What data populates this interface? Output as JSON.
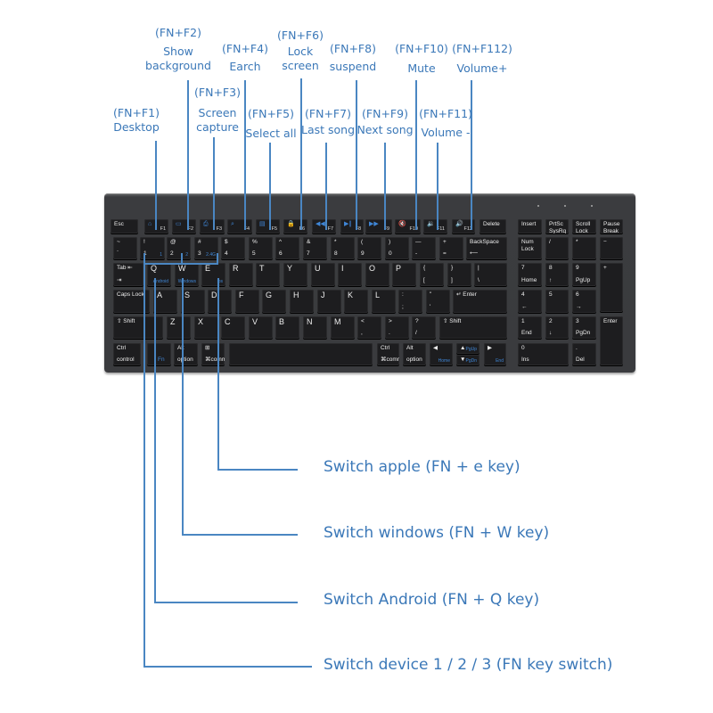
{
  "top_callouts": [
    {
      "combo": "(FN+F1)",
      "lines": [
        "Desktop"
      ]
    },
    {
      "combo": "(FN+F2)",
      "lines": [
        "Show",
        "background"
      ]
    },
    {
      "combo": "(FN+F3)",
      "lines": [
        "Screen",
        "capture"
      ]
    },
    {
      "combo": "(FN+F4)",
      "lines": [
        "Earch"
      ]
    },
    {
      "combo": "(FN+F5)",
      "lines": [
        "Select all"
      ]
    },
    {
      "combo": "(FN+F6)",
      "lines": [
        "Lock",
        "screen"
      ]
    },
    {
      "combo": "(FN+F7)",
      "lines": [
        "Last song"
      ]
    },
    {
      "combo": "(FN+F8)",
      "lines": [
        "suspend"
      ]
    },
    {
      "combo": "(FN+F9)",
      "lines": [
        "Next song"
      ]
    },
    {
      "combo": "(FN+F10)",
      "lines": [
        "Mute"
      ]
    },
    {
      "combo": "(FN+F11)",
      "lines": [
        "Volume -"
      ]
    },
    {
      "combo": "(FN+F112)",
      "lines": [
        "Volume+"
      ]
    }
  ],
  "bottom_callouts": [
    "Switch apple (FN + e key)",
    "Switch windows (FN + W key)",
    "Switch Android (FN + Q key)",
    "Switch device 1 / 2 / 3 (FN key switch)"
  ],
  "colors": {
    "annotation": "#3b78b8",
    "key": "#1d1d1f",
    "body": "#3a3b3e",
    "fn_legend": "#3f86d6"
  },
  "keyboard": {
    "rows": [
      [
        {
          "t": "Esc"
        },
        {
          "t": "⌂",
          "s": "F1",
          "fk": 1
        },
        {
          "t": "▭",
          "s": "F2",
          "fk": 1
        },
        {
          "t": "⎙",
          "s": "F3",
          "fk": 1
        },
        {
          "t": "⌕",
          "s": "F4",
          "fk": 1
        },
        {
          "t": "▤",
          "s": "F5",
          "fk": 1
        },
        {
          "t": "🔒",
          "s": "F6",
          "fk": 1
        },
        {
          "t": "◀◀",
          "s": "F7",
          "fk": 1
        },
        {
          "t": "▶∥",
          "s": "F8",
          "fk": 1
        },
        {
          "t": "▶▶",
          "s": "F9",
          "fk": 1
        },
        {
          "t": "🔇",
          "s": "F10",
          "fk": 1
        },
        {
          "t": "🔉",
          "s": "F11",
          "fk": 1
        },
        {
          "t": "🔊",
          "s": "F12",
          "fk": 1
        },
        {
          "t": "Delete"
        },
        {
          "t": "Insert"
        },
        {
          "t": "PrtSc\nSysRq"
        },
        {
          "t": "Scroll\nLock"
        },
        {
          "t": "Pause\nBreak"
        }
      ],
      [
        {
          "t": "~",
          "b": "`"
        },
        {
          "t": "!",
          "b": "1",
          "s": "1"
        },
        {
          "t": "@",
          "b": "2",
          "s": "2"
        },
        {
          "t": "#",
          "b": "3",
          "s": "2.4G"
        },
        {
          "t": "$",
          "b": "4"
        },
        {
          "t": "%",
          "b": "5"
        },
        {
          "t": "^",
          "b": "6"
        },
        {
          "t": "&",
          "b": "7"
        },
        {
          "t": "*",
          "b": "8"
        },
        {
          "t": "(",
          "b": "9"
        },
        {
          "t": ")",
          "b": "0"
        },
        {
          "t": "—",
          "b": "-"
        },
        {
          "t": "+",
          "b": "="
        },
        {
          "t": "BackSpace",
          "b": "⟵"
        },
        {
          "t": "Num\nLock"
        },
        {
          "t": "/"
        },
        {
          "t": "*"
        },
        {
          "t": "−"
        }
      ],
      [
        {
          "t": "Tab ⇤",
          "b": "⇥"
        },
        {
          "t": "Q",
          "s": "Android",
          "big": 1
        },
        {
          "t": "W",
          "s": "Windows",
          "big": 1
        },
        {
          "t": "E",
          "s": "ios",
          "big": 1
        },
        {
          "t": "R",
          "big": 1
        },
        {
          "t": "T",
          "big": 1
        },
        {
          "t": "Y",
          "big": 1
        },
        {
          "t": "U",
          "big": 1
        },
        {
          "t": "I",
          "big": 1
        },
        {
          "t": "O",
          "big": 1
        },
        {
          "t": "P",
          "big": 1
        },
        {
          "t": "{",
          "b": "["
        },
        {
          "t": "}",
          "b": "]"
        },
        {
          "t": "|",
          "b": "\\"
        },
        {
          "t": "7",
          "b": "Home"
        },
        {
          "t": "8",
          "b": "↑"
        },
        {
          "t": "9",
          "b": "PgUp"
        },
        {
          "t": "+"
        }
      ],
      [
        {
          "t": "Caps Lock"
        },
        {
          "t": "A",
          "big": 1
        },
        {
          "t": "S",
          "big": 1
        },
        {
          "t": "D",
          "big": 1
        },
        {
          "t": "F",
          "big": 1
        },
        {
          "t": "G",
          "big": 1
        },
        {
          "t": "H",
          "big": 1
        },
        {
          "t": "J",
          "big": 1
        },
        {
          "t": "K",
          "big": 1
        },
        {
          "t": "L",
          "big": 1
        },
        {
          "t": ":",
          "b": ";"
        },
        {
          "t": "\"",
          "b": "'"
        },
        {
          "t": "↵ Enter"
        },
        {
          "t": "4",
          "b": "←"
        },
        {
          "t": "5"
        },
        {
          "t": "6",
          "b": "→"
        }
      ],
      [
        {
          "t": "⇧ Shift"
        },
        {
          "t": "Z",
          "big": 1
        },
        {
          "t": "X",
          "big": 1
        },
        {
          "t": "C",
          "big": 1
        },
        {
          "t": "V",
          "big": 1
        },
        {
          "t": "B",
          "big": 1
        },
        {
          "t": "N",
          "big": 1
        },
        {
          "t": "M",
          "big": 1
        },
        {
          "t": "<",
          "b": ","
        },
        {
          "t": ">",
          "b": "."
        },
        {
          "t": "?",
          "b": "/"
        },
        {
          "t": "⇧ Shift"
        },
        {
          "t": "1",
          "b": "End"
        },
        {
          "t": "2",
          "b": "↓"
        },
        {
          "t": "3",
          "b": "PgDn"
        },
        {
          "t": "Enter"
        }
      ],
      [
        {
          "t": "Ctrl",
          "b": "control"
        },
        {
          "b": "Fn",
          "fnb": 1
        },
        {
          "t": "Alt",
          "b": "option"
        },
        {
          "t": "⊞",
          "b": "⌘command"
        },
        {
          "t": ""
        },
        {
          "t": "Ctrl",
          "b": "⌘command"
        },
        {
          "t": "Alt",
          "b": "option"
        },
        {
          "t": "◀",
          "s": "Home"
        },
        {
          "t": "▲",
          "s": "PgUp"
        },
        {
          "t": "▼",
          "s": "PgDn"
        },
        {
          "t": "▶",
          "s": "End"
        },
        {
          "t": "0",
          "b": "Ins"
        },
        {
          "t": ".",
          "b": "Del"
        }
      ]
    ]
  }
}
